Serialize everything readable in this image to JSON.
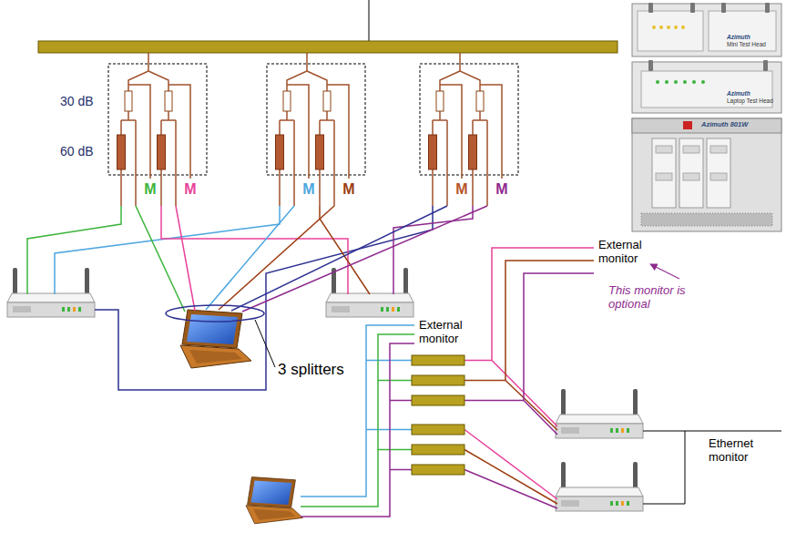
{
  "diagram": {
    "labels": [
      "Azimuth",
      "Mini Test Head",
      "Azimuth",
      "Laptop Test Head",
      "Azimuth 801W",
      "30 dB",
      "60 dB",
      "M",
      "M",
      "M",
      "M",
      "M",
      "M",
      "External monitor",
      "This monitor is optional",
      "External monitor",
      "3 splitters",
      "Ethernet monitor"
    ]
  }
}
